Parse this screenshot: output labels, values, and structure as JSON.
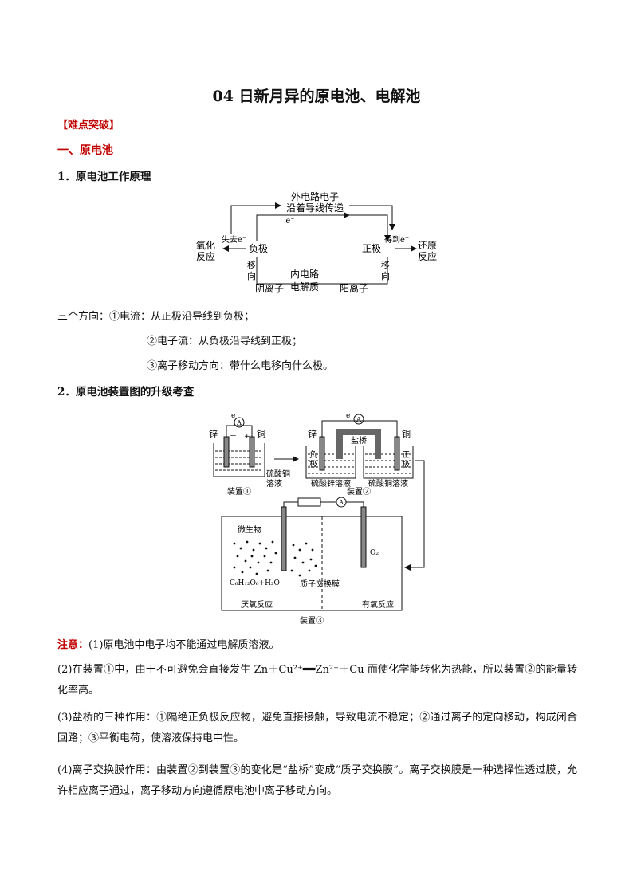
{
  "doc": {
    "title": "04 日新月异的原电池、电解池",
    "tag": "【难点突破】",
    "section1": "一、原电池",
    "sub1": "1．原电池工作原理",
    "sub2": "2．原电池装置图的升级考查"
  },
  "diagram1": {
    "outer_line1": "外电路电子",
    "outer_line2": "沿着导线传递",
    "electron": "e⁻",
    "lose": "失去e⁻",
    "gain": "得到e⁻",
    "oxidation1": "氧化",
    "oxidation2": "反应",
    "reduction1": "还原",
    "reduction2": "反应",
    "negative": "负极",
    "positive": "正极",
    "move1": "移",
    "move2": "向",
    "inner1": "内电路",
    "inner2": "电解质",
    "anion": "阴离子",
    "cation": "阳离子"
  },
  "directions": {
    "intro": "三个方向：①电流：从正极沿导线到负极；",
    "d2": "②电子流：从负极沿导线到正极；",
    "d3": "③离子移动方向：带什么电移向什么极。"
  },
  "diagram2": {
    "ammeter": "A",
    "electron": "e⁻",
    "zinc": "锌",
    "copper": "铜",
    "minus": "－",
    "plus": "+",
    "cuso4_1": "硫酸铜",
    "cuso4_2": "溶液",
    "device1": "装置①",
    "salt_bridge": "盐桥",
    "neg1": "负",
    "neg2": "极",
    "pos1": "正",
    "pos2": "极",
    "znso4": "硫酸锌溶液",
    "cuso4": "硫酸铜溶液",
    "device2": "装置②",
    "microbe": "微生物",
    "glucose": "C₆H₁₂O₆+H₂O",
    "membrane": "质子交换膜",
    "o2": "O₂",
    "anaerobic": "厌氧反应",
    "aerobic": "有氧反应",
    "device3": "装置③"
  },
  "notes": {
    "label": "注意：",
    "n1": "(1)原电池中电子均不能通过电解质溶液。",
    "n2": "(2)在装置①中，由于不可避免会直接发生 Zn＋Cu²⁺══Zn²⁺＋Cu 而使化学能转化为热能，所以装置②的能量转化率高。",
    "n3": "(3)盐桥的三种作用：①隔绝正负极反应物，避免直接接触，导致电流不稳定；②通过离子的定向移动，构成闭合回路；③平衡电荷，使溶液保持电中性。",
    "n4": "(4)离子交换膜作用：由装置②到装置③的变化是“盐桥”变成“质子交换膜”。离子交换膜是一种选择性透过膜，允许相应离子通过，离子移动方向遵循原电池中离子移动方向。"
  }
}
